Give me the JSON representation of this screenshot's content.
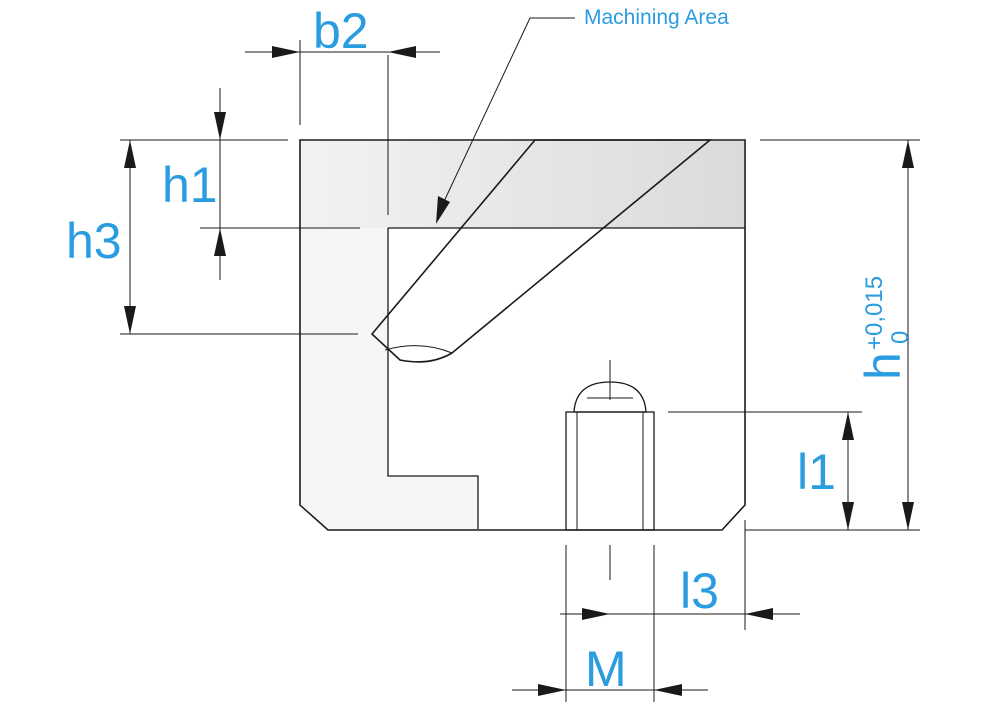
{
  "labels": {
    "machining_area": "Machining Area",
    "b2": "b2",
    "h1": "h1",
    "h3": "h3",
    "h": "h",
    "h_tol_upper": "+0,015",
    "h_tol_lower": "0",
    "l1": "l1",
    "l3": "l3",
    "m": "M"
  },
  "colors": {
    "dimension_text": "#2a9ce0",
    "line": "#1a1a1a",
    "body_light": "#f4f4f4",
    "body_dark": "#bdbdbd"
  }
}
